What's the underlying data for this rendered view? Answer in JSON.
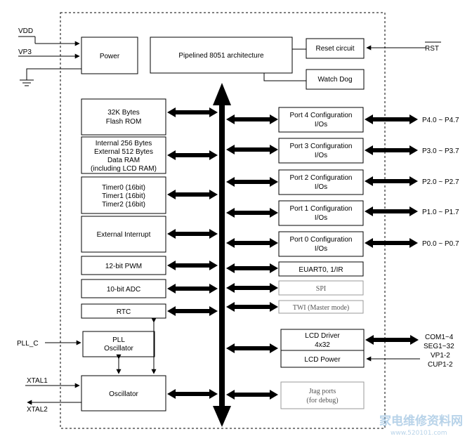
{
  "blocks": {
    "power": "Power",
    "cpu": "Pipelined  8051 architecture",
    "reset": "Reset circuit",
    "watchdog": "Watch Dog",
    "flash": [
      "32K Bytes",
      "Flash ROM"
    ],
    "ram": [
      "Internal 256 Bytes",
      "External 512 Bytes",
      "Data RAM",
      "(including LCD RAM)"
    ],
    "timers": [
      "Timer0 (16bit)",
      "Timer1 (16bit)",
      "Timer2 (16bit)"
    ],
    "ext_int": "External Interrupt",
    "pwm": "12-bit PWM",
    "adc": "10-bit ADC",
    "rtc": "RTC",
    "pll": [
      "PLL",
      "Oscillator"
    ],
    "osc": "Oscillator",
    "port4": [
      "Port 4 Configuration",
      "I/Os"
    ],
    "port3": [
      "Port 3 Configuration",
      "I/Os"
    ],
    "port2": [
      "Port 2 Configuration",
      "I/Os"
    ],
    "port1": [
      "Port 1 Configuration",
      "I/Os"
    ],
    "port0": [
      "Port 0 Configuration",
      "I/Os"
    ],
    "euart": "EUART0, 1/IR",
    "spi": "SPI",
    "twi": "TWI (Master mode)",
    "lcd_driver": [
      "LCD Driver",
      "4x32"
    ],
    "lcd_power": "LCD Power",
    "jtag": [
      "Jtag ports",
      "(for debug)"
    ]
  },
  "signals": {
    "vdd": "VDD",
    "vp3": "VP3",
    "rst": "RST",
    "pll_c": "PLL_C",
    "xtal1": "XTAL1",
    "xtal2": "XTAL2",
    "p4": "P4.0 ~ P4.7",
    "p3": "P3.0 ~ P3.7",
    "p2": "P2.0 ~ P2.7",
    "p1": "P1.0 ~ P1.7",
    "p0": "P0.0 ~ P0.7",
    "com": "COM1~4",
    "seg": "SEG1~32",
    "vp12": "VP1-2",
    "cup12": "CUP1-2"
  },
  "watermark": {
    "text": "家电维修资料网",
    "url": "www.520101.com"
  }
}
